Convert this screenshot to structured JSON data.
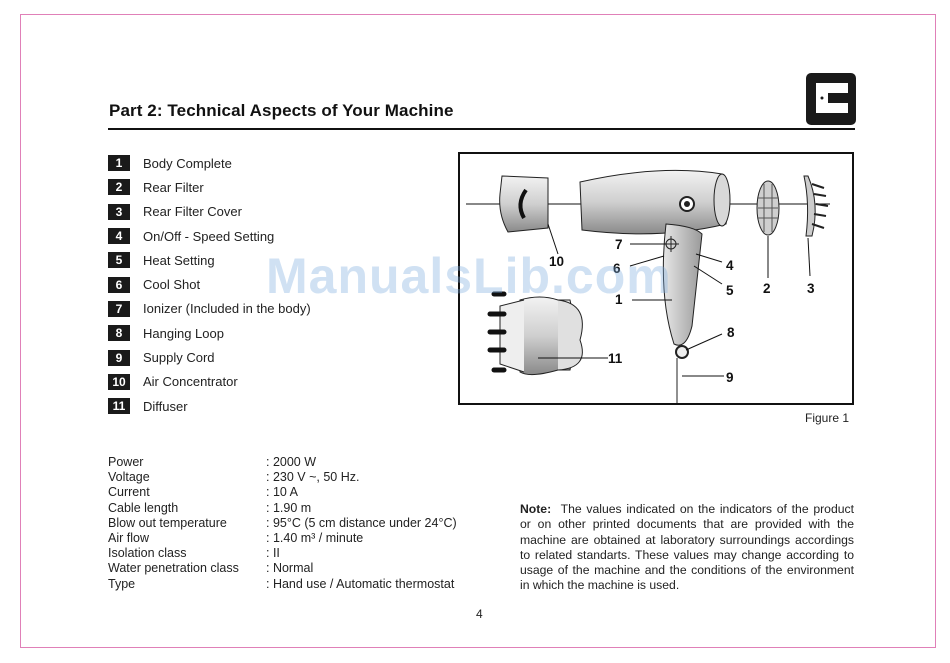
{
  "page": {
    "title": "Part 2: Technical Aspects of Your Machine",
    "page_number": "4",
    "watermark": "ManualsLib.com"
  },
  "parts": [
    {
      "num": "1",
      "label": "Body Complete"
    },
    {
      "num": "2",
      "label": "Rear Filter"
    },
    {
      "num": "3",
      "label": "Rear Filter Cover"
    },
    {
      "num": "4",
      "label": "On/Off - Speed Setting"
    },
    {
      "num": "5",
      "label": "Heat Setting"
    },
    {
      "num": "6",
      "label": "Cool Shot"
    },
    {
      "num": "7",
      "label": "Ionizer (Included in the body)"
    },
    {
      "num": "8",
      "label": "Hanging Loop"
    },
    {
      "num": "9",
      "label": "Supply Cord"
    },
    {
      "num": "10",
      "label": "Air Concentrator"
    },
    {
      "num": "11",
      "label": "Diffuser"
    }
  ],
  "figure": {
    "caption": "Figure 1",
    "callouts": [
      "10",
      "7",
      "6",
      "1",
      "4",
      "5",
      "2",
      "3",
      "8",
      "11",
      "9"
    ]
  },
  "specs": [
    {
      "key": "Power",
      "value": ": 2000 W"
    },
    {
      "key": "Voltage",
      "value": ": 230 V ~, 50 Hz."
    },
    {
      "key": "Current",
      "value": ": 10 A"
    },
    {
      "key": "Cable length",
      "value": ": 1.90 m"
    },
    {
      "key": "Blow out temperature",
      "value": ": 95°C (5 cm distance under 24°C)"
    },
    {
      "key": "Air flow",
      "value": ": 1.40 m³ / minute"
    },
    {
      "key": "Isolation class",
      "value": ": II"
    },
    {
      "key": "Water penetration class",
      "value": ": Normal"
    },
    {
      "key": "Type",
      "value": ": Hand use / Automatic thermostat"
    }
  ],
  "note": {
    "label": "Note:",
    "text": "The values indicated on the indicators of the product or on other printed documents that are provided with the machine are obtained at laboratory surroundings accordings to related standarts. These values may change according to usage of the machine and the conditions of the environment in which the machine is used."
  }
}
